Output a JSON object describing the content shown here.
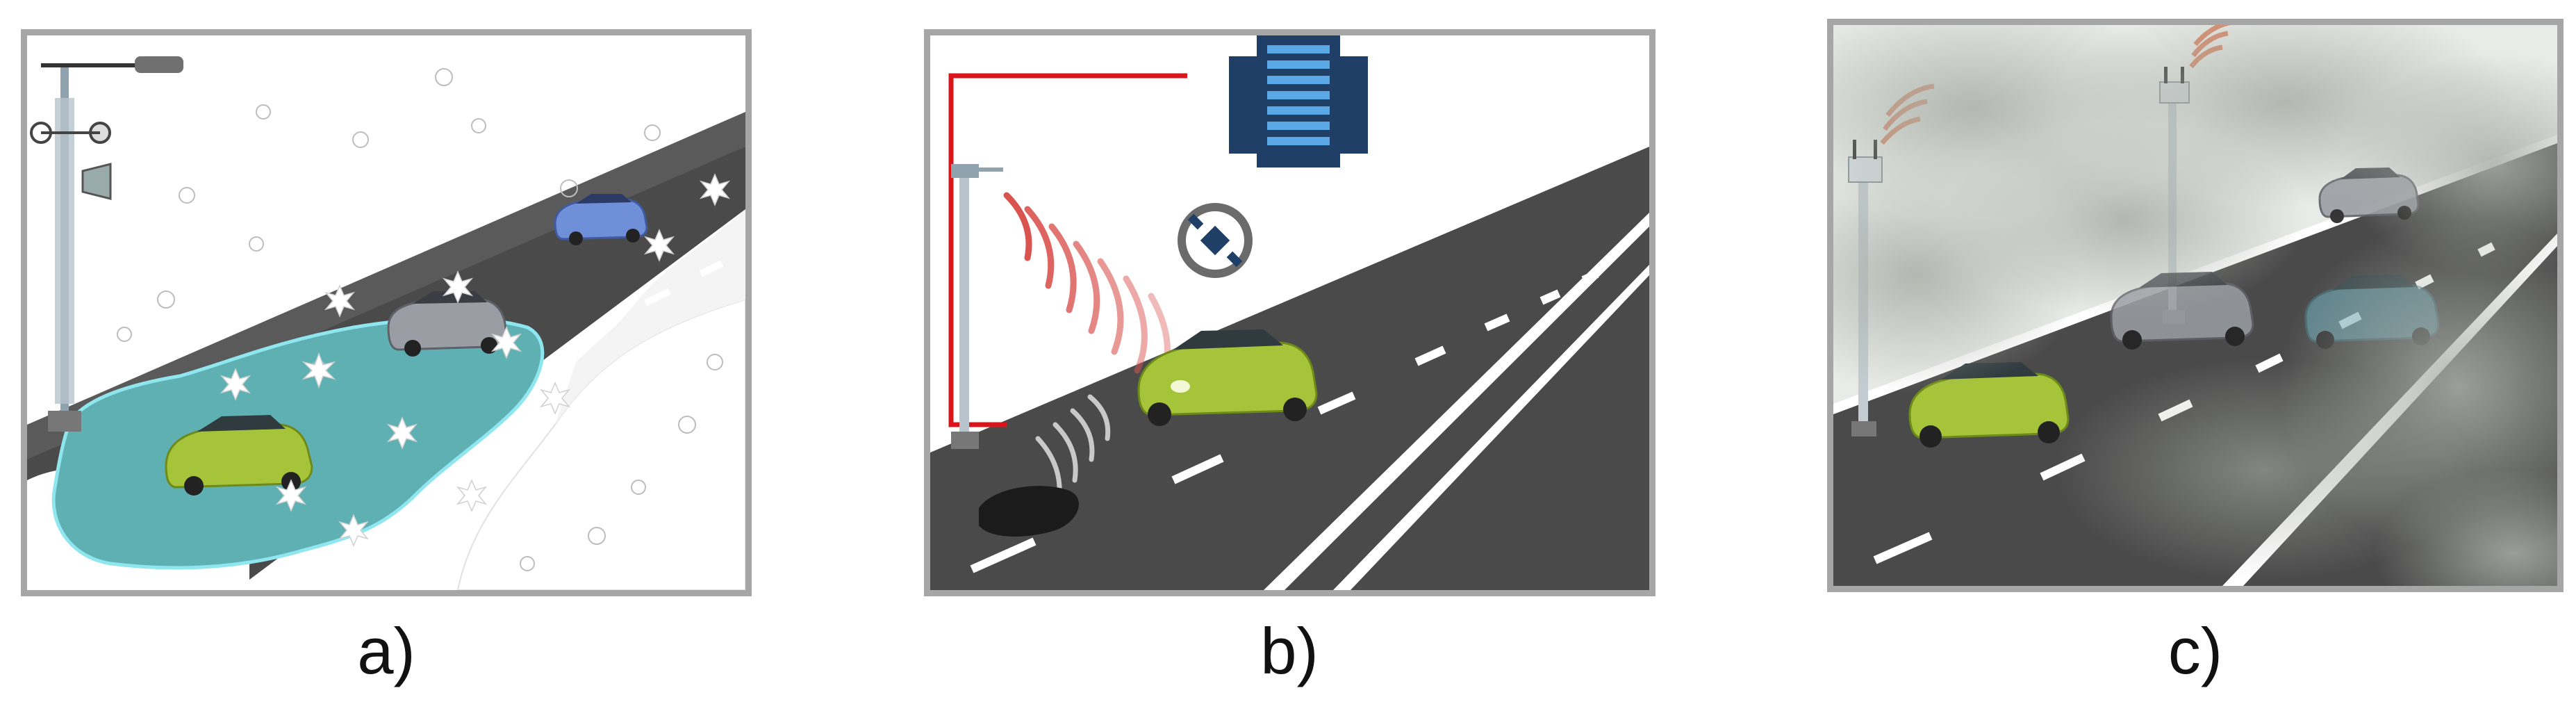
{
  "panels": [
    {
      "id": "a",
      "caption": "a)",
      "scene": "road-with-flood-puddle-and-snow"
    },
    {
      "id": "b",
      "caption": "b)",
      "scene": "roadside-unit-server-and-satellite-connected-car"
    },
    {
      "id": "c",
      "caption": "c)",
      "scene": "road-with-fog-and-roadside-units"
    }
  ],
  "icons": [
    "weather-station-icon",
    "car-icon",
    "server-rack-icon",
    "satellite-icon",
    "roadside-unit-icon",
    "signal-waves-icon",
    "snowflake-icon",
    "pothole-icon"
  ],
  "colors": {
    "frame": "#a6a6a6",
    "road": "#4a4a4a",
    "lane_marking": "#ffffff",
    "water": "#5fb0b2",
    "water_edge": "#8fe6ef",
    "car_green": "#a6c43a",
    "car_grey": "#9a9ea4",
    "car_blue": "#6f8fd8",
    "server_blue": "#1f3f66",
    "signal_red": "#d9534f",
    "link_red": "#d9141b",
    "fog": "#b9bdb7"
  }
}
